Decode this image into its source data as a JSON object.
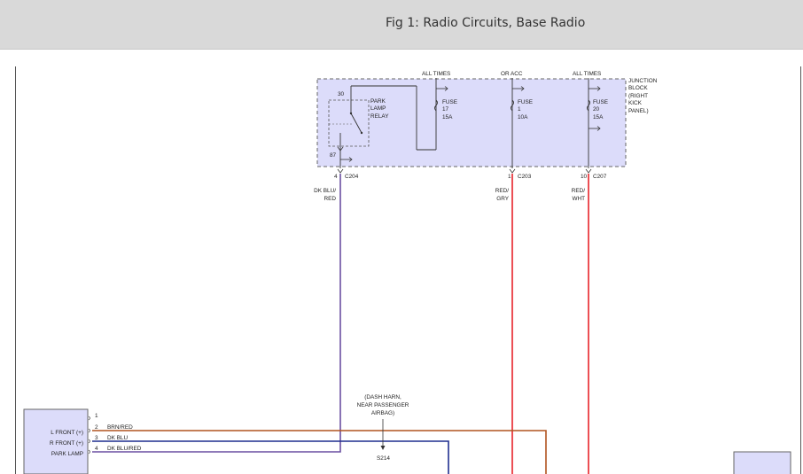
{
  "header": {
    "title": "Fig 1: Radio Circuits, Base Radio"
  },
  "junction_block": {
    "label_lines": [
      "JUNCTION",
      "BLOCK",
      "(RIGHT",
      "KICK",
      "PANEL)"
    ],
    "sources": [
      "ALL TIMES",
      "OR ACC",
      "ALL TIMES"
    ],
    "relay": {
      "pin_top": "30",
      "pin_bottom": "87",
      "label_lines": [
        "PARK",
        "LAMP",
        "RELAY"
      ]
    },
    "fuses": [
      {
        "lines": [
          "FUSE",
          "17",
          "15A"
        ]
      },
      {
        "lines": [
          "FUSE",
          "1",
          "10A"
        ]
      },
      {
        "lines": [
          "FUSE",
          "20",
          "15A"
        ]
      }
    ]
  },
  "connectors": [
    {
      "pin": "4",
      "id": "C204",
      "wire_lines": [
        "DK BLU/",
        "RED"
      ]
    },
    {
      "pin": "1",
      "id": "C203",
      "wire_lines": [
        "RED/",
        "GRY"
      ]
    },
    {
      "pin": "10",
      "id": "C207",
      "wire_lines": [
        "RED/",
        "WHT"
      ]
    }
  ],
  "splice": {
    "label_lines": [
      "(DASH HARN,",
      "NEAR PASSENGER",
      "AIRBAG)"
    ],
    "id": "S214"
  },
  "radio": {
    "inputs": [
      "L FRONT (+)",
      "R FRONT (+)",
      "PARK LAMP"
    ],
    "pins": [
      {
        "num": "1",
        "wire": ""
      },
      {
        "num": "2",
        "wire": "BRN/RED"
      },
      {
        "num": "3",
        "wire": "DK BLU"
      },
      {
        "num": "4",
        "wire": "DK BLU/RED"
      }
    ]
  },
  "colors": {
    "block_fill": "#dcdcfa",
    "wire_red": "#e8232a",
    "wire_purple": "#6a4fa2",
    "wire_brown": "#b0531f",
    "wire_blue": "#1f2f8f"
  }
}
